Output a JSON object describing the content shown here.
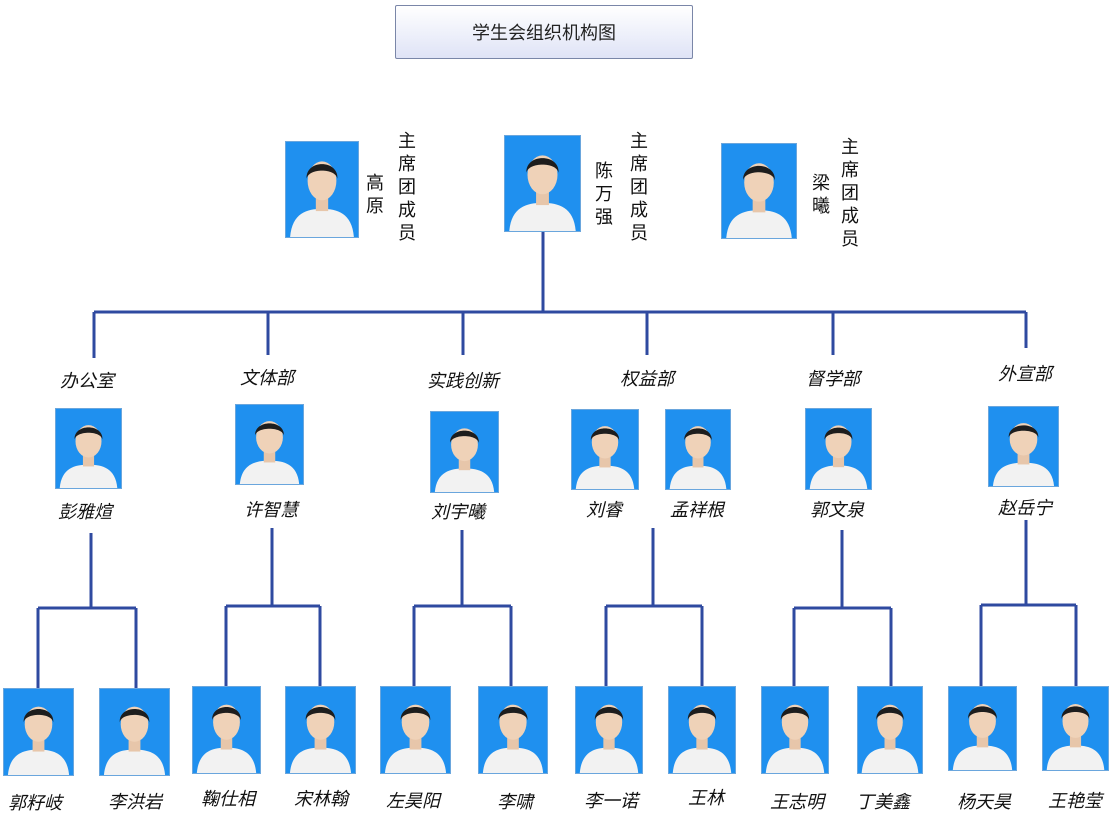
{
  "title": "学生会组织机构图",
  "presidium": [
    {
      "name": "高原",
      "role": "主席团成员"
    },
    {
      "name": "陈万强",
      "role": "主席团成员"
    },
    {
      "name": "梁曦",
      "role": "主席团成员"
    }
  ],
  "departments": [
    {
      "dept": "办公室",
      "heads": [
        "彭雅煊"
      ],
      "members": [
        "郭籽岐",
        "李洪岩"
      ]
    },
    {
      "dept": "文体部",
      "heads": [
        "许智慧"
      ],
      "members": [
        "鞠仕相",
        "宋林翰"
      ]
    },
    {
      "dept": "实践创新",
      "heads": [
        "刘宇曦"
      ],
      "members": [
        "左昊阳",
        "李啸"
      ]
    },
    {
      "dept": "权益部",
      "heads": [
        "刘睿",
        "孟祥根"
      ],
      "members": [
        "李一诺",
        "王林"
      ]
    },
    {
      "dept": "督学部",
      "heads": [
        "郭文泉"
      ],
      "members": [
        "王志明",
        "丁美鑫"
      ]
    },
    {
      "dept": "外宣部",
      "heads": [
        "赵岳宁"
      ],
      "members": [
        "杨天昊",
        "王艳莹"
      ]
    }
  ],
  "colors": {
    "connector": "#2f4aa0",
    "photo_background": "#1f90ef"
  }
}
